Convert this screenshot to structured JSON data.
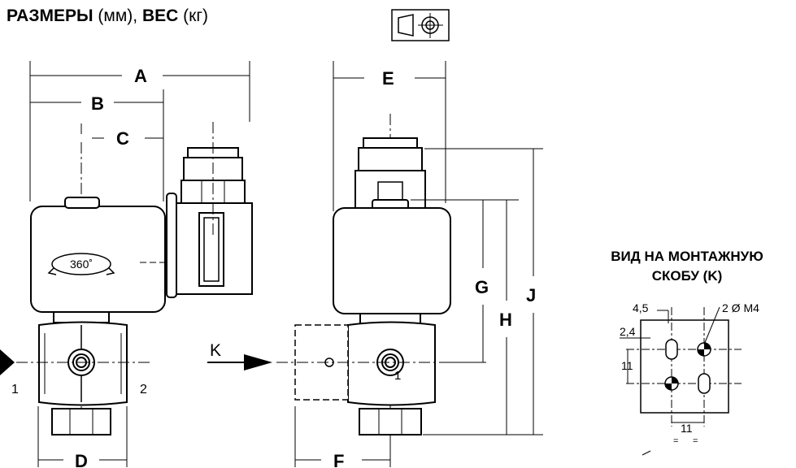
{
  "heading": {
    "part1": "РАЗМЕРЫ",
    "part2": "(мм),",
    "part3": "ВЕС",
    "part4": "(кг)"
  },
  "projection_symbol": "first-angle-projection-icon",
  "dimensions": {
    "A": "A",
    "B": "B",
    "C": "C",
    "D": "D",
    "E": "E",
    "F": "F",
    "G": "G",
    "H": "H",
    "J": "J",
    "K": "K"
  },
  "rotation_label": "360˚",
  "port_labels": {
    "inlet": "1",
    "outlet": "2",
    "side_inlet": "1"
  },
  "bracket_view": {
    "title_line1": "ВИД НА МОНТАЖНУЮ",
    "title_line2": "СКОБУ (K)",
    "dim_45": "4,5",
    "dim_24": "2,4",
    "dim_11_left": "11",
    "dim_11_bottom": "11",
    "hole_note": "2 Ø M4",
    "equal_mark": "="
  }
}
